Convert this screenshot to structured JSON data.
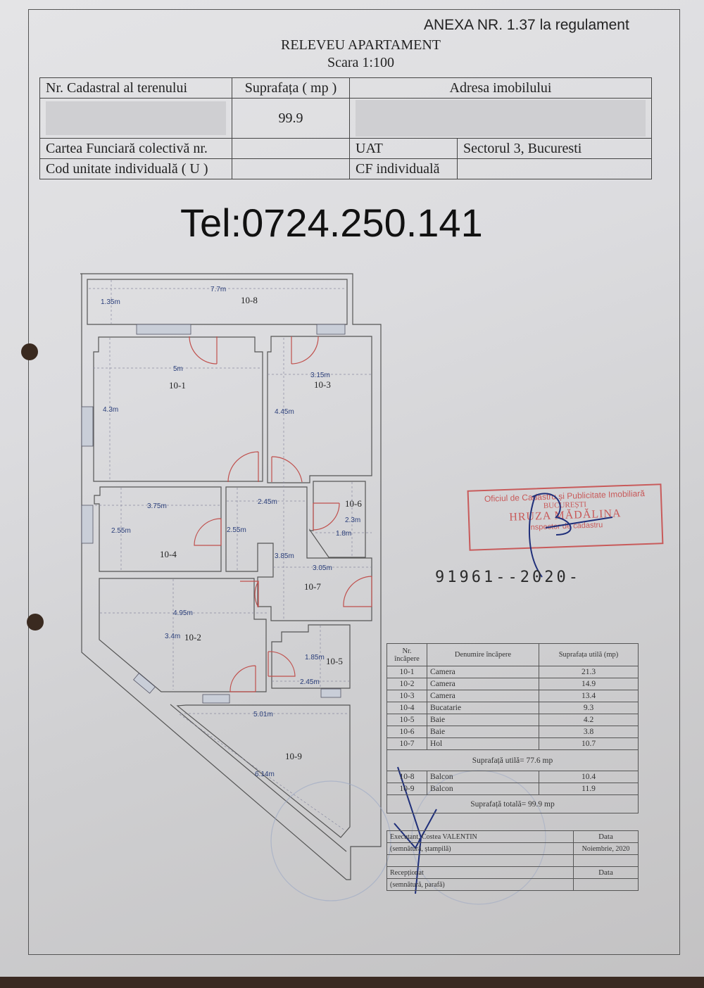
{
  "document": {
    "annex": "ANEXA NR. 1.37 la regulament",
    "title": "RELEVEU APARTAMENT",
    "scale": "Scara 1:100",
    "phone": "Tel:0724.250.141",
    "registration_number": "91961--2020-"
  },
  "header_table": {
    "cadastral_label": "Nr. Cadastral al terenului",
    "cadastral_value": "",
    "area_label": "Suprafața ( mp )",
    "area_value": "99.9",
    "address_label": "Adresa imobilului",
    "address_value": "",
    "cf_collective_label": "Cartea Funciară colectivă nr.",
    "cf_collective_value": "",
    "uat_label": "UAT",
    "uat_value": "Sectorul 3, Bucuresti",
    "unit_code_label": "Cod unitate individuală ( U )",
    "unit_code_value": "",
    "cf_individual_label": "CF individuală",
    "cf_individual_value": ""
  },
  "floor_plan": {
    "rooms": [
      {
        "id": "10-1"
      },
      {
        "id": "10-2"
      },
      {
        "id": "10-3"
      },
      {
        "id": "10-4"
      },
      {
        "id": "10-5"
      },
      {
        "id": "10-6"
      },
      {
        "id": "10-7"
      },
      {
        "id": "10-8"
      },
      {
        "id": "10-9"
      }
    ],
    "dimensions": {
      "d_7_7": "7.7m",
      "d_1_35": "1.35m",
      "d_5": "5m",
      "d_4_3": "4.3m",
      "d_3_15": "3.15m",
      "d_4_45": "4.45m",
      "d_3_75": "3.75m",
      "d_2_55a": "2.55m",
      "d_2_45a": "2.45m",
      "d_2_55b": "2.55m",
      "d_2_3": "2.3m",
      "d_1_8": "1.8m",
      "d_3_85": "3.85m",
      "d_3_05": "3.05m",
      "d_4_95": "4.95m",
      "d_3_4": "3.4m",
      "d_1_85": "1.85m",
      "d_2_45b": "2.45m",
      "d_5_01": "5.01m",
      "d_6_14": "6.14m"
    }
  },
  "rooms_table": {
    "headers": [
      "Nr. încăpere",
      "Denumire încăpere",
      "Suprafața utilă (mp)"
    ],
    "rows": [
      {
        "nr": "10-1",
        "name": "Camera",
        "area": "21.3"
      },
      {
        "nr": "10-2",
        "name": "Camera",
        "area": "14.9"
      },
      {
        "nr": "10-3",
        "name": "Camera",
        "area": "13.4"
      },
      {
        "nr": "10-4",
        "name": "Bucatarie",
        "area": "9.3"
      },
      {
        "nr": "10-5",
        "name": "Baie",
        "area": "4.2"
      },
      {
        "nr": "10-6",
        "name": "Baie",
        "area": "3.8"
      },
      {
        "nr": "10-7",
        "name": "Hol",
        "area": "10.7"
      }
    ],
    "useful_total": "Suprafață utilă= 77.6 mp",
    "balcony_rows": [
      {
        "nr": "10-8",
        "name": "Balcon",
        "area": "10.4"
      },
      {
        "nr": "10-9",
        "name": "Balcon",
        "area": "11.9"
      }
    ],
    "grand_total": "Suprafață totală= 99.9 mp",
    "executant": "Executant, Costea VALENTIN",
    "executant_sub": "(semnătură, ștampilă)",
    "date_label": "Data",
    "date_value": "Noiembrie, 2020",
    "receptionat": "Recepționat",
    "receptionat_sub": "(semnătură, parafă)",
    "date_label_2": "Data"
  },
  "stamp": {
    "line1": "Oficiul de Cadastru și Publicitate Imobiliară",
    "line2": "BUCUREȘTI",
    "line3": "HRUZA MĂDĂLINA",
    "line4": "Inspector de cadastru"
  },
  "colors": {
    "paper": "#dcdcdf",
    "wall": "#555555",
    "door": "#c0504d",
    "dimension_text": "#2b3f7a",
    "stamp_red": "#c85a5a",
    "signature_blue": "#1f2f7a"
  }
}
